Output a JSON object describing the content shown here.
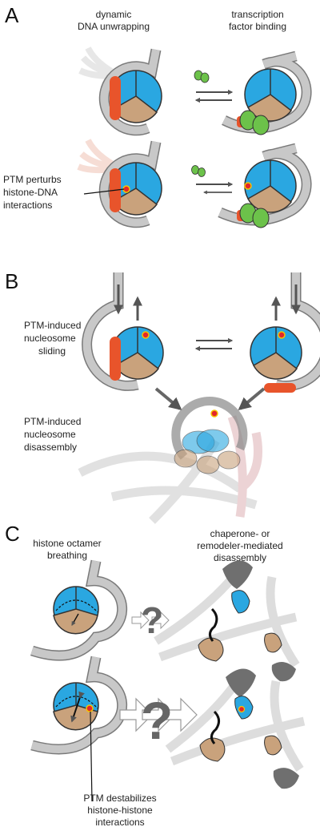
{
  "panels": {
    "A": {
      "letter": "A",
      "left_caption": [
        "dynamic",
        "DNA unwrapping"
      ],
      "right_caption": [
        "transcription",
        "factor binding"
      ],
      "ptm_label": [
        "PTM perturbs",
        "histone-DNA",
        "interactions"
      ]
    },
    "B": {
      "letter": "B",
      "sliding_label": [
        "PTM-induced",
        "nucleosome",
        "sliding"
      ],
      "disassembly_label": [
        "PTM-induced",
        "nucleosome",
        "disassembly"
      ]
    },
    "C": {
      "letter": "C",
      "left_caption": [
        "histone octamer",
        "breathing"
      ],
      "right_caption": [
        "chaperone- or",
        "remodeler-mediated",
        "disassembly"
      ],
      "ptm_label": [
        "PTM destabilizes",
        "histone-histone",
        "interactions"
      ],
      "question_mark": "?"
    }
  },
  "colors": {
    "dna": "#c8c8c8",
    "dna_stroke": "#7a7a7a",
    "histone_blue": "#2aa7e1",
    "histone_tan": "#c9a27c",
    "unwrapped": "#e8542b",
    "tf": "#6cc24a",
    "ptm": "#e3262b",
    "chaperone": "#6f6f6f"
  }
}
